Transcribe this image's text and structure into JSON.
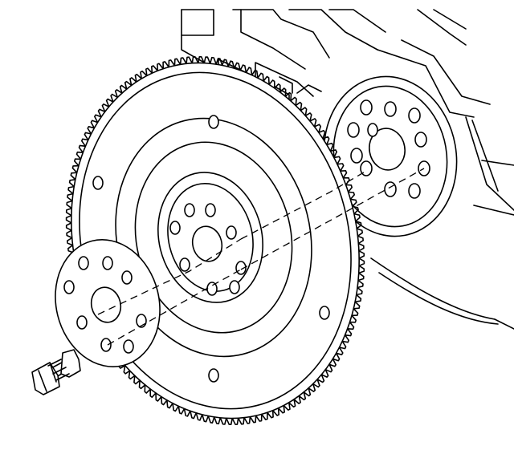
{
  "diagram": {
    "parts": [
      {
        "id": "engine-block",
        "icon": "engine-block-outline"
      },
      {
        "id": "crankshaft-flange",
        "icon": "crankshaft-flange-icon"
      },
      {
        "id": "flywheel",
        "icon": "flywheel-ring-gear-icon"
      },
      {
        "id": "retainer-plate",
        "icon": "retainer-plate-icon"
      },
      {
        "id": "flywheel-bolt",
        "icon": "bolt-icon"
      }
    ],
    "colors": {
      "line": "#000000",
      "fill": "#ffffff"
    },
    "labels": []
  }
}
